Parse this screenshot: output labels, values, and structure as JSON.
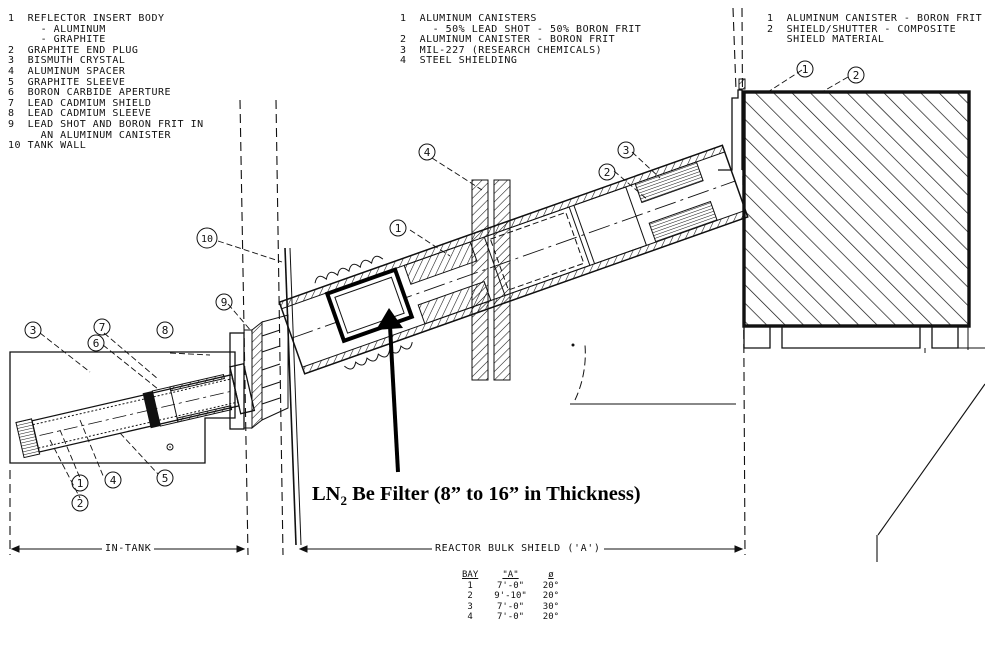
{
  "legend_left": [
    {
      "num": "1",
      "text": "REFLECTOR INSERT BODY"
    },
    {
      "num": "",
      "text": "  - ALUMINUM"
    },
    {
      "num": "",
      "text": "  - GRAPHITE"
    },
    {
      "num": "2",
      "text": "GRAPHITE END PLUG"
    },
    {
      "num": "3",
      "text": "BISMUTH CRYSTAL"
    },
    {
      "num": "4",
      "text": "ALUMINUM SPACER"
    },
    {
      "num": "5",
      "text": "GRAPHITE SLEEVE"
    },
    {
      "num": "6",
      "text": "BORON CARBIDE APERTURE"
    },
    {
      "num": "7",
      "text": "LEAD CADMIUM SHIELD"
    },
    {
      "num": "8",
      "text": "LEAD CADMIUM SLEEVE"
    },
    {
      "num": "9",
      "text": "LEAD SHOT AND BORON FRIT IN"
    },
    {
      "num": "",
      "text": "  AN ALUMINUM CANISTER"
    },
    {
      "num": "10",
      "text": "TANK WALL"
    }
  ],
  "legend_middle": [
    {
      "num": "1",
      "text": "ALUMINUM CANISTERS"
    },
    {
      "num": "",
      "text": "  - 50% LEAD SHOT - 50% BORON FRIT"
    },
    {
      "num": "2",
      "text": "ALUMINUM CANISTER - BORON FRIT"
    },
    {
      "num": "3",
      "text": "MIL-227 (RESEARCH CHEMICALS)"
    },
    {
      "num": "4",
      "text": "STEEL SHIELDING"
    }
  ],
  "legend_right": [
    {
      "num": "1",
      "text": "ALUMINUM CANISTER - BORON FRIT"
    },
    {
      "num": "2",
      "text": "SHIELD/SHUTTER - COMPOSITE"
    },
    {
      "num": "",
      "text": "SHIELD MATERIAL"
    }
  ],
  "caption": {
    "prefix": "LN",
    "subscript": "2",
    "suffix": " Be Filter (8” to 16” in Thickness)"
  },
  "regions": {
    "in_tank": "IN-TANK",
    "reactor_bulk_shield": "REACTOR BULK SHIELD ('A')"
  },
  "bay_table": {
    "headers": [
      "BAY",
      "\"A\"",
      "ø"
    ],
    "rows": [
      [
        "1",
        "7'-0\"",
        "20°"
      ],
      [
        "2",
        "9'-10\"",
        "20°"
      ],
      [
        "3",
        "7'-0\"",
        "30°"
      ],
      [
        "4",
        "7'-0\"",
        "20°"
      ]
    ]
  },
  "callouts": {
    "tank_3": "3",
    "tank_7": "7",
    "tank_6": "6",
    "tank_8": "8",
    "tank_1": "1",
    "tank_4": "4",
    "tank_5": "5",
    "tank_2": "2",
    "tank_9": "9",
    "tank_10": "10",
    "bulk_4": "4",
    "bulk_1": "1",
    "bulk_3": "3",
    "bulk_2": "2",
    "shutter_1": "1",
    "shutter_2": "2"
  },
  "colors": {
    "ink": "#111111",
    "paper": "#ffffff"
  }
}
